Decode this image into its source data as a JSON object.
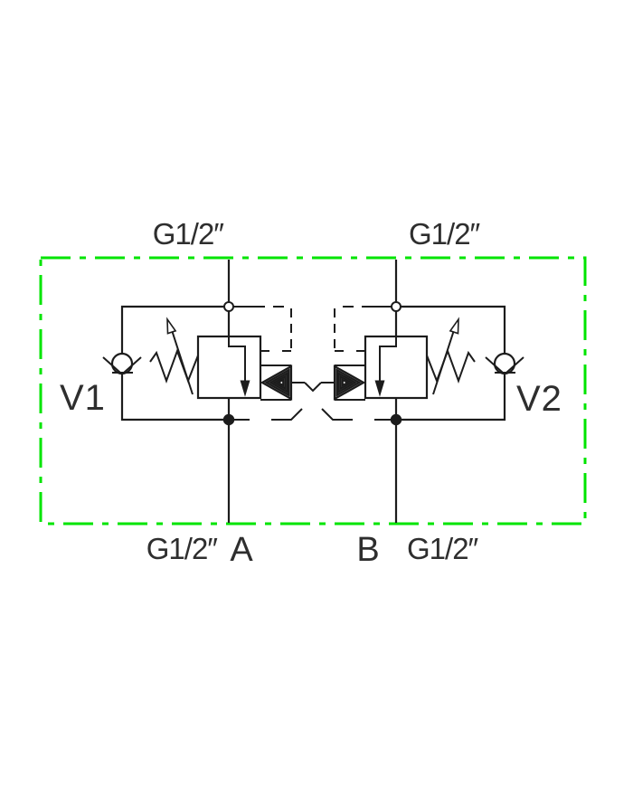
{
  "diagram": {
    "kind": "dual-counterbalance-valve-schematic",
    "colors": {
      "boundary": "#00e400",
      "line": "#1c1c1c",
      "text": "#2e2e2e"
    },
    "labels": {
      "port_top_left": "G1/2″",
      "port_top_right": "G1/2″",
      "port_bottom_left": "G1/2″",
      "port_bottom_right": "G1/2″",
      "line_a": "A",
      "line_b": "B",
      "valve_left": "V1",
      "valve_right": "V2"
    }
  }
}
